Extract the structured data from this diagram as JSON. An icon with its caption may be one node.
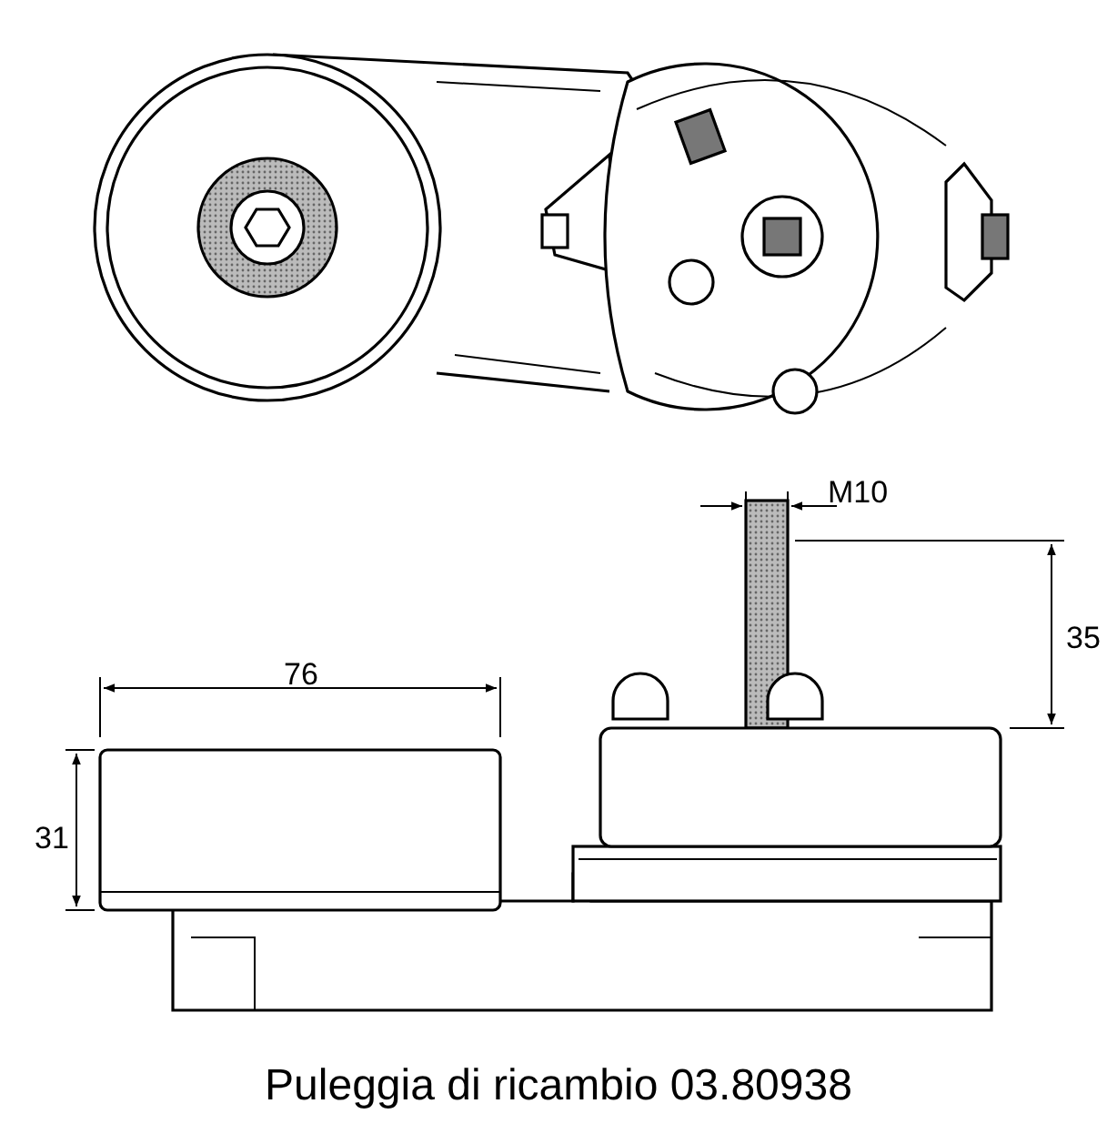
{
  "diagram": {
    "caption": "Puleggia di ricambio 03.80938",
    "labels": [
      "M10",
      "35",
      "76",
      "31"
    ]
  }
}
